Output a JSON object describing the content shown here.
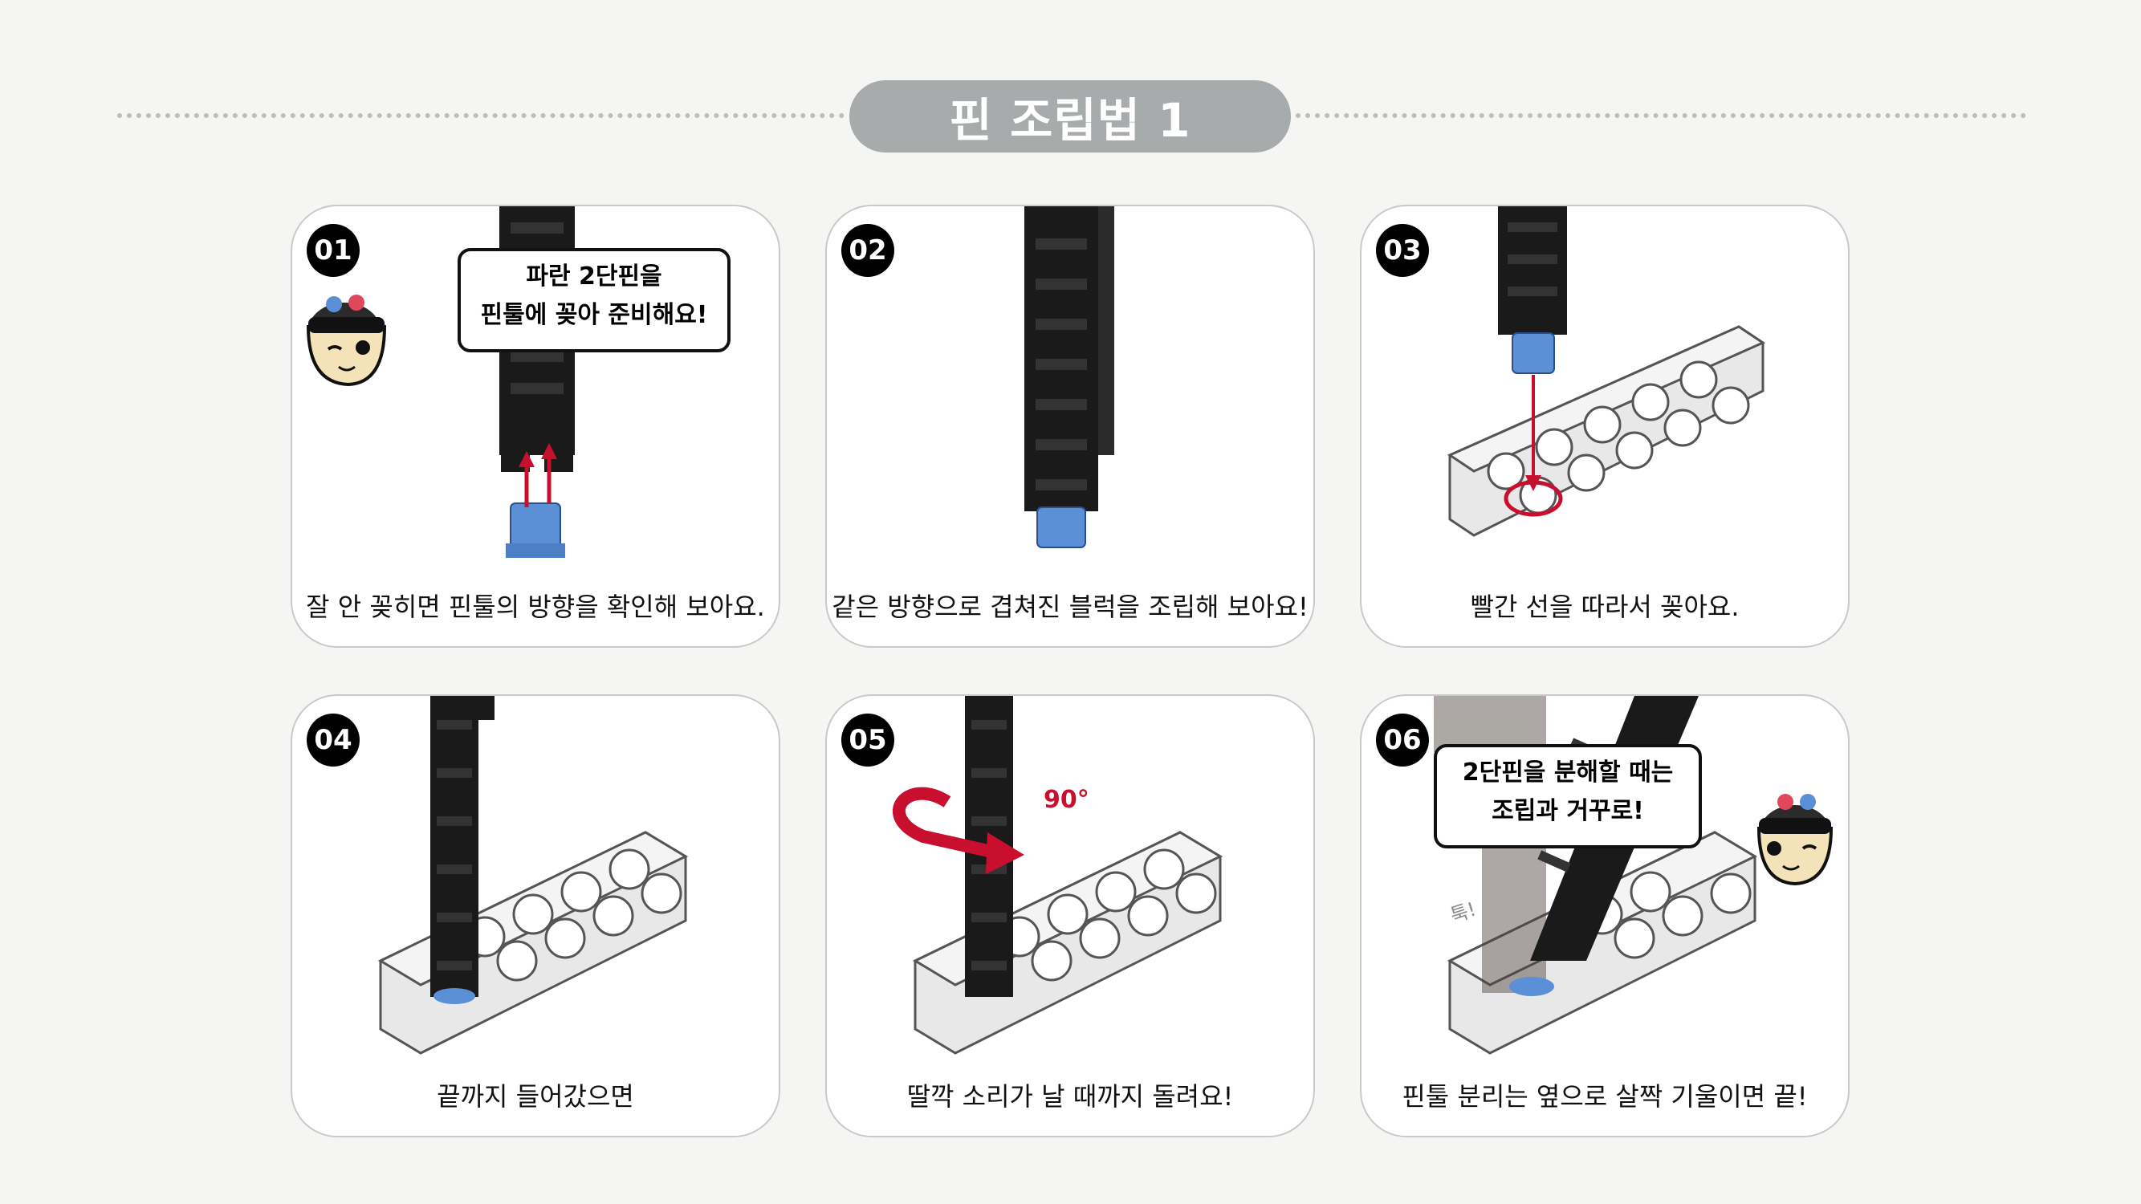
{
  "page": {
    "title": "핀 조립법 1"
  },
  "colors": {
    "pill": "#a7abac",
    "pin_blue": "#5b8fd6",
    "arrow_red": "#c8102e",
    "beam_black": "#1a1a1a",
    "tray_grey": "#e8e8e8"
  },
  "steps": [
    {
      "number": "01",
      "caption": "잘 안 꽂히면 핀툴의 방향을 확인해 보아요.",
      "bubble": [
        "파란 2단핀을",
        "핀툴에 꽂아 준비해요!"
      ]
    },
    {
      "number": "02",
      "caption": "같은 방향으로 겹쳐진 블럭을 조립해 보아요!"
    },
    {
      "number": "03",
      "caption": "빨간 선을 따라서 꽂아요."
    },
    {
      "number": "04",
      "caption": "끝까지 들어갔으면"
    },
    {
      "number": "05",
      "caption": "딸깍 소리가 날 때까지 돌려요!",
      "angle_label": "90°"
    },
    {
      "number": "06",
      "caption": "핀툴 분리는 옆으로 살짝 기울이면 끝!",
      "bubble": [
        "2단핀을 분해할 때는",
        "조립과 거꾸로!"
      ],
      "sound_label": "툭!"
    }
  ]
}
